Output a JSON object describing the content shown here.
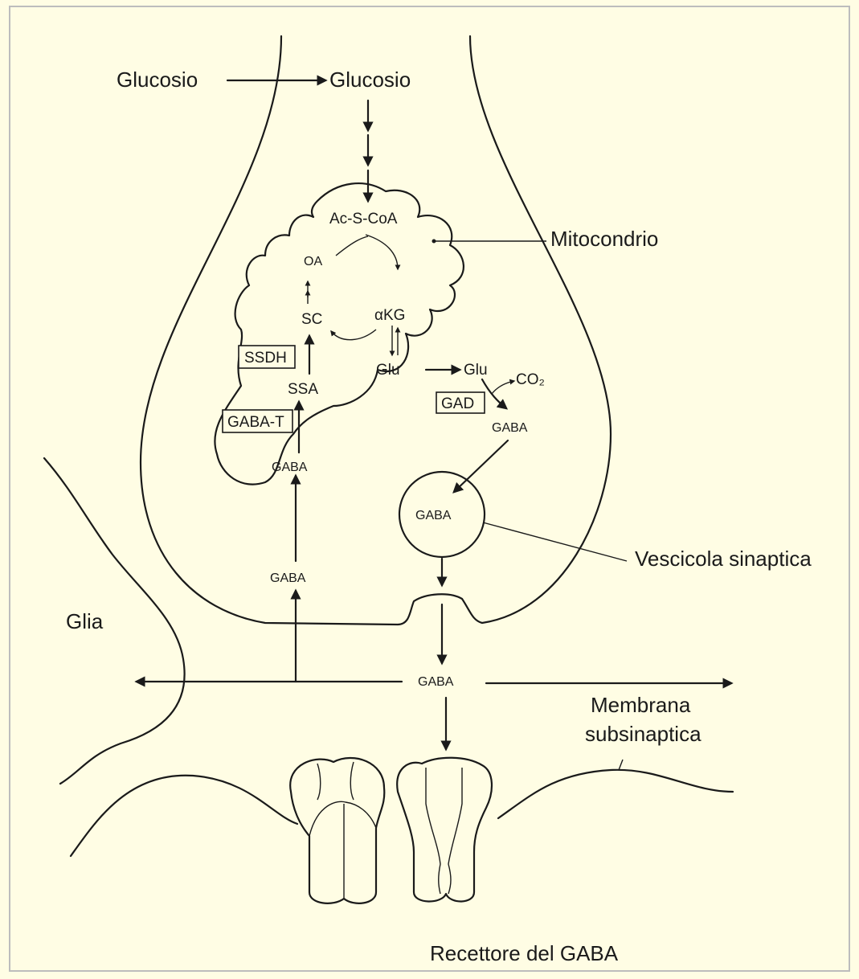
{
  "labels": {
    "glucose_outside": "Glucosio",
    "glucose_inside": "Glucosio",
    "acetyl_coa": "Ac-S-CoA",
    "mitochondrion": "Mitocondrio",
    "oa": "OA",
    "sc": "SC",
    "akg": "αKG",
    "glu_mito": "Glu",
    "ssdh": "SSDH",
    "ssa": "SSA",
    "gaba_t": "GABA-T",
    "gaba_mito": "GABA",
    "glu_cyto": "Glu",
    "gad": "GAD",
    "co2": "CO₂",
    "gaba_cyto": "GABA",
    "gaba_vesicle": "GABA",
    "synaptic_vesicle": "Vescicola sinaptica",
    "gaba_uptake": "GABA",
    "glia": "Glia",
    "gaba_cleft": "GABA",
    "subsynaptic_membrane_line1": "Membrana",
    "subsynaptic_membrane_line2": "subsinaptica",
    "gaba_receptor": "Recettore del GABA"
  },
  "colors": {
    "background": "#fffde4",
    "ink": "#1a1a1a"
  }
}
